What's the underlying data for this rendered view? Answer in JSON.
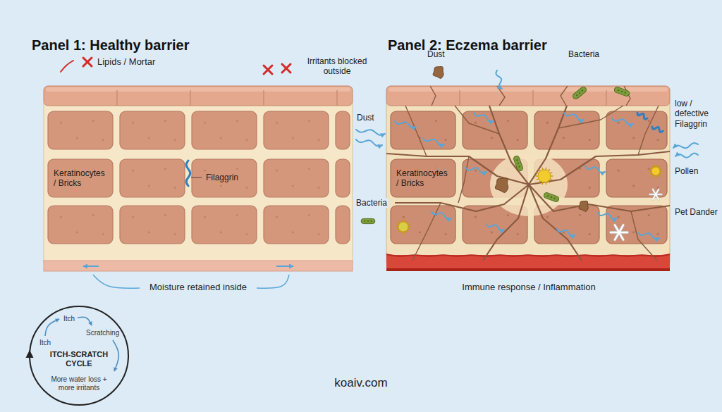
{
  "diagram": {
    "nodes": [
      {
        "text": [
          "Panel 1: Healthy barrier"
        ]
      },
      {
        "text": [
          "Panel 2: Eczema barrier"
        ]
      },
      {
        "text": [
          "Itch",
          "Scratching",
          "Itch",
          "ITCH-SCRATCH CYCLE",
          "More water loss + more irritants"
        ]
      }
    ],
    "labels": [
      "Lipids / Mortar",
      "Irritants blocked outside",
      "Dust",
      "Bacteria",
      "low / defective Filaggrin",
      "Dust",
      "Keratinocytes / Bricks",
      "Filaggrin",
      "Keratinocytes / Bricks",
      "Pollen",
      "Bacteria",
      "Pet Dander",
      "Moisture retained inside",
      "Immune response / Inflammation",
      "koaiv.com"
    ]
  }
}
